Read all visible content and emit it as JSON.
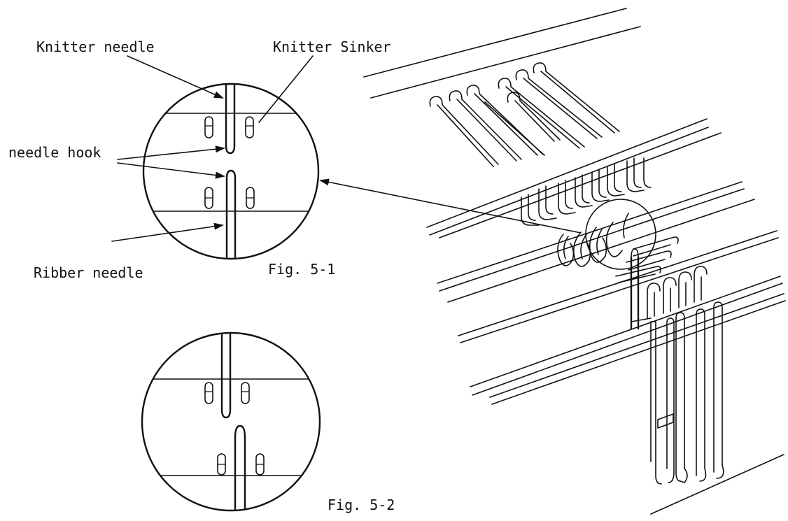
{
  "labels": {
    "knitter_needle": "Knitter needle",
    "knitter_sinker": "Knitter Sinker",
    "needle_hook": "needle hook",
    "ribber_needle": "Ribber needle",
    "fig1": "Fig. 5-1",
    "fig2": "Fig. 5-2"
  }
}
